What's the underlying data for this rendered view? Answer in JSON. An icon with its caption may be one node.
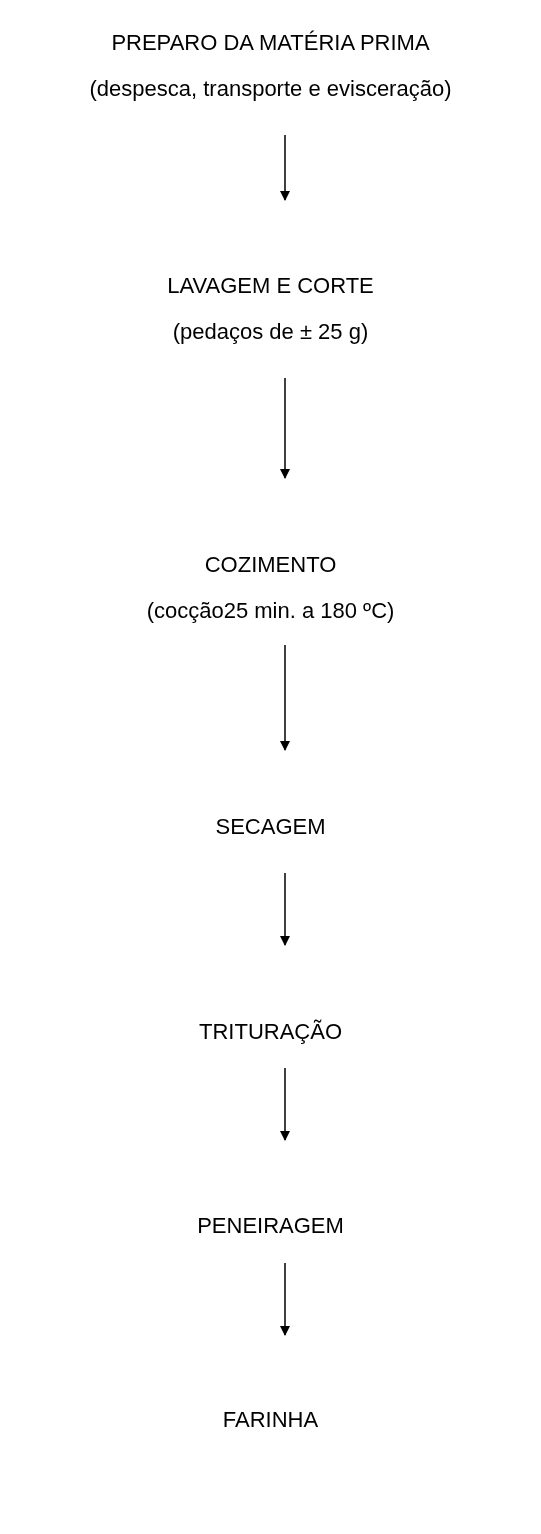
{
  "diagram": {
    "nodes": [
      {
        "text": [
          "PREPARO DA MATÉRIA PRIMA",
          "(despesca, transporte e evisceração)"
        ]
      },
      {
        "text": [
          "LAVAGEM E CORTE",
          "(pedaços de ± 25 g)"
        ]
      },
      {
        "text": [
          "COZIMENTO",
          "(cocção25 min. a 180 ºC)"
        ]
      },
      {
        "text": [
          "SECAGEM"
        ]
      },
      {
        "text": [
          "TRITURAÇÃO"
        ]
      },
      {
        "text": [
          "PENEIRAGEM"
        ]
      },
      {
        "text": [
          "FARINHA"
        ]
      }
    ],
    "edges": [
      {
        "from": 0,
        "to": 1,
        "arrow": "to"
      },
      {
        "from": 1,
        "to": 2,
        "arrow": "to"
      },
      {
        "from": 2,
        "to": 3,
        "arrow": "to"
      },
      {
        "from": 3,
        "to": 4,
        "arrow": "to"
      },
      {
        "from": 4,
        "to": 5,
        "arrow": "to"
      },
      {
        "from": 5,
        "to": 6,
        "arrow": "to"
      }
    ]
  }
}
